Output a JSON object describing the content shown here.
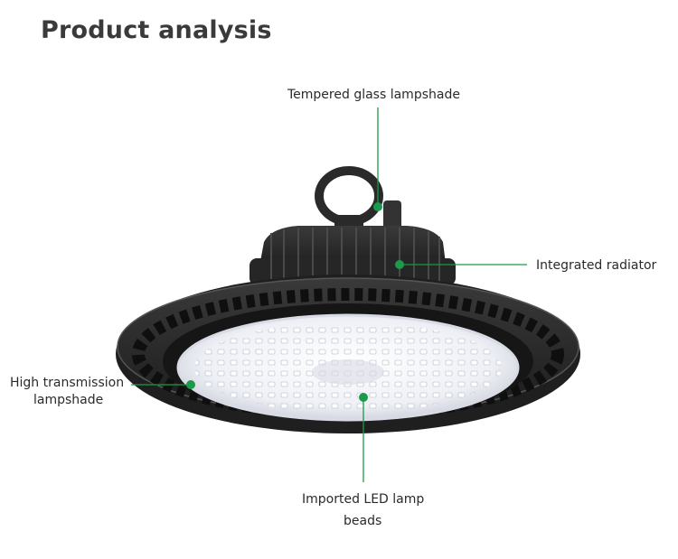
{
  "title": "Product analysis",
  "callouts": {
    "top": "Tempered glass lampshade",
    "right": "Integrated radiator",
    "left_line1": "High transmission",
    "left_line2": "lampshade",
    "bottom_line1": "Imported LED lamp",
    "bottom_line2": "beads"
  },
  "colors": {
    "accent": "#1a9a4a",
    "housing": "#2b2b2b",
    "text": "#3a3a3a"
  }
}
